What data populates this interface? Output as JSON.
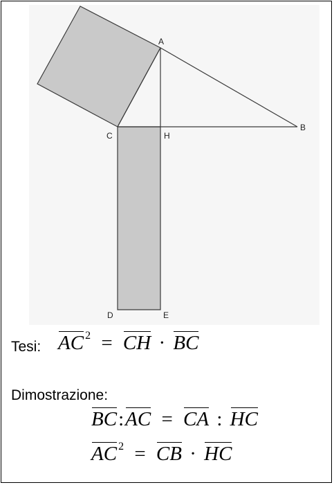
{
  "diagram": {
    "points": {
      "A": "A",
      "B": "B",
      "C": "C",
      "H": "H",
      "D": "D",
      "E": "E"
    },
    "colors": {
      "fill": "#c9c9c9",
      "stroke": "#3a3a3a",
      "background": "#f6f6f6"
    }
  },
  "tesi": {
    "label": "Tesi:",
    "t1": "AC",
    "sup": "2",
    "eq": "=",
    "t2": "CH",
    "dot": "·",
    "t3": "BC"
  },
  "dimostrazione": {
    "label": "Dimostrazione:",
    "line1": {
      "t1": "BC",
      "colon1": ":",
      "t2": "AC",
      "eq": "=",
      "t3": "CA",
      "colon2": ":",
      "t4": "HC"
    },
    "line2": {
      "t1": "AC",
      "sup": "2",
      "eq": "=",
      "t2": "CB",
      "dot": "·",
      "t3": "HC"
    }
  }
}
